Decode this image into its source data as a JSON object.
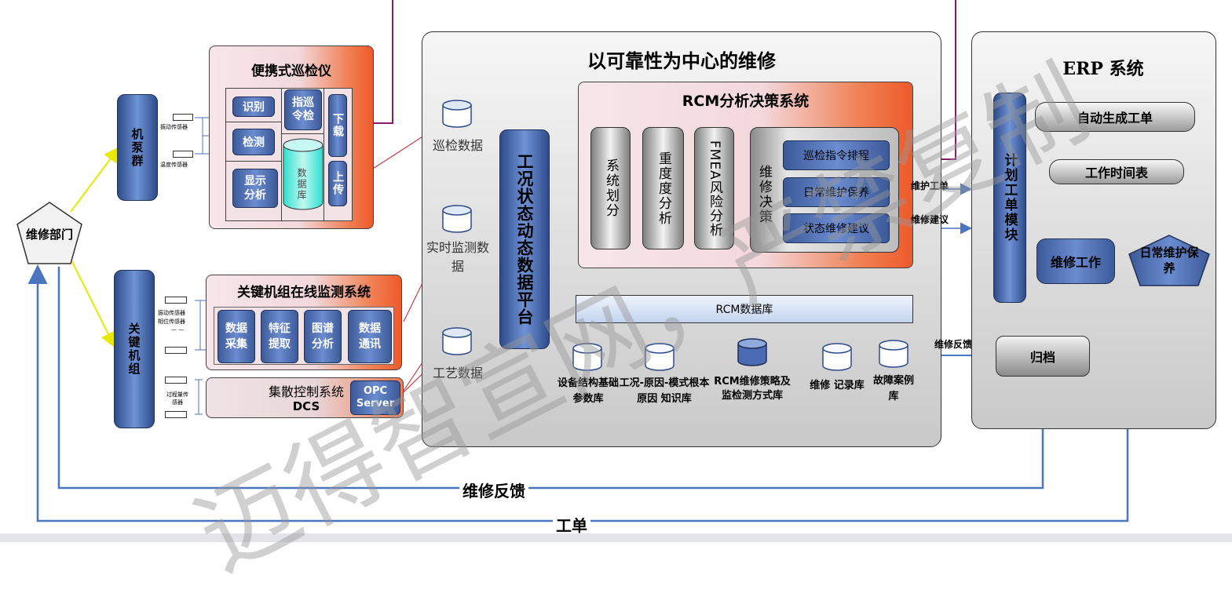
{
  "maintenance_dept": "维修部门",
  "pump_group": {
    "label": "机泵群",
    "sensors": [
      "振动传感器",
      "温度传感器"
    ]
  },
  "portable_inspector": {
    "title": "便携式巡检仪",
    "recognize": "识别",
    "detect": "检测",
    "display_analysis": "显示分析",
    "command_inspection": "指巡令检",
    "database": "数据库",
    "download": "下载",
    "upload": "上传"
  },
  "key_units": {
    "label": "关键机组",
    "sensors": [
      "振动传感器",
      "相位传感器",
      "— —",
      "过程量传感器"
    ]
  },
  "online_monitoring": {
    "title": "关键机组在线监测系统",
    "modules": [
      "数据采集",
      "特征提取",
      "图谱分析",
      "数据通讯"
    ]
  },
  "dcs": {
    "title": "集散控制系统",
    "sub": "DCS",
    "opc": "OPC Server"
  },
  "rcm_main": {
    "title": "以可靠性为中心的维修",
    "data_sources": [
      "巡检数据",
      "实时监测数据",
      "工艺数据"
    ],
    "platform": "工况状态动态数据平台",
    "decision_system": {
      "title": "RCM分析决策系统",
      "modules": [
        "系统划分",
        "重度度分析",
        "FMEA风险分析"
      ],
      "decision_label": "维修决策",
      "decision_items": [
        "巡检指令排程",
        "日常维护保养",
        "状态维修建议"
      ]
    },
    "database": "RCM数据库",
    "libraries": [
      "设备结构基础参数库",
      "工况-原因-模式根本原因 知识库",
      "RCM维修策略及监检测方式库",
      "维修 记录库",
      "故障案例库"
    ]
  },
  "erp": {
    "title": "ERP 系统",
    "plan_module": "计划工单模块",
    "auto_order": "自动生成工单",
    "schedule": "工作时间表",
    "maint_work": "维修工作",
    "daily_maint": "日常维护保养",
    "archive": "归档"
  },
  "flows": {
    "maint_order": "维护工单",
    "maint_suggestion": "维修建议",
    "feedback_small": "维修反馈",
    "feedback": "维修反馈",
    "work_order": "工单"
  },
  "watermark": "迈得智宣网，严禁复制",
  "colors": {
    "accent_blue": "#4a76c0",
    "link_red": "#c8202a",
    "link_purple": "#8b1a6a",
    "highlight_yellow": "#ffff00"
  }
}
